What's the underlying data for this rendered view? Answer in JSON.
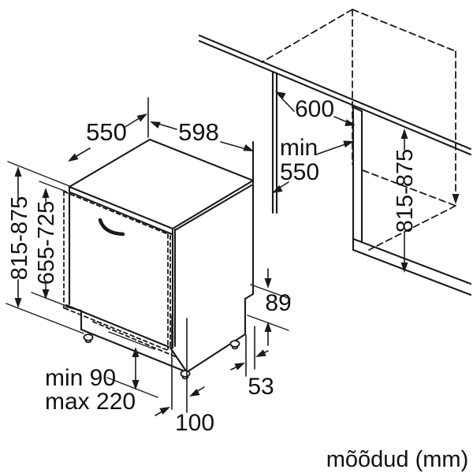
{
  "colors": {
    "line": "#1a1a1a",
    "text": "#111111",
    "background": "#ffffff"
  },
  "labels": {
    "top_depth": "550",
    "unit_width": "598",
    "niche_width": "600",
    "niche_depth_min_word": "min",
    "niche_depth_min_value": "550",
    "unit_height_range": "815-875",
    "door_panel_height_range": "655-725",
    "niche_height_range": "815-875",
    "rear_recess_height": "89",
    "rear_foot_offset": "53",
    "plinth_height_min": "min 90",
    "plinth_height_max": "max 220",
    "front_foot_setback": "100",
    "units_note": "mõõdud (mm)"
  }
}
